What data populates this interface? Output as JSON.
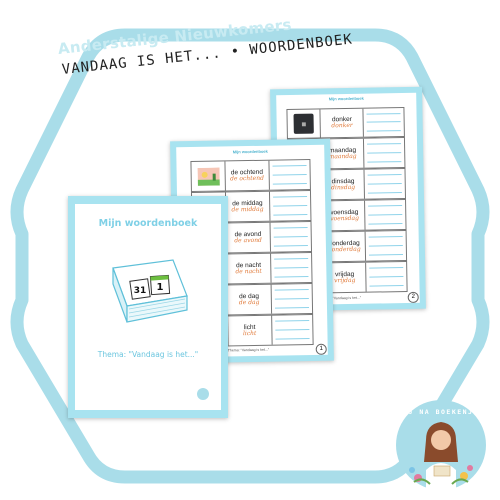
{
  "header": {
    "brand": "Anderstalige Nieuwkomers",
    "subtitle": "VANDAAG IS HET... • WOORDENBOEK"
  },
  "cover": {
    "title": "Mijn woordenboek",
    "theme": "Thema: \"Vandaag is het...\"",
    "calendar_day": "31",
    "calendar_day2": "1"
  },
  "page1": {
    "header": "Mijn woordenboek",
    "words": [
      {
        "print": "de ochtend",
        "cursive": "de ochtend"
      },
      {
        "print": "de middag",
        "cursive": "de middag"
      },
      {
        "print": "de avond",
        "cursive": "de avond"
      },
      {
        "print": "de nacht",
        "cursive": "de nacht"
      },
      {
        "print": "de dag",
        "cursive": "de dag"
      },
      {
        "print": "licht",
        "cursive": "licht"
      }
    ],
    "footer": "Thema: \"Vandaag is het...\"",
    "number": "1"
  },
  "page2": {
    "header": "Mijn woordenboek",
    "words": [
      {
        "print": "donker",
        "cursive": "donker"
      },
      {
        "print": "maandag",
        "cursive": "maandag"
      },
      {
        "print": "dinsdag",
        "cursive": "dinsdag"
      },
      {
        "print": "woensdag",
        "cursive": "woensdag"
      },
      {
        "print": "donderdag",
        "cursive": "donderdag"
      },
      {
        "print": "vrijdag",
        "cursive": "vrijdag"
      }
    ],
    "footer": "Thema: \"Vandaag is het...\"",
    "number": "2"
  },
  "badge": {
    "text": "BIJ NA BOEKENJUF"
  },
  "colors": {
    "frame": "#a9dde9",
    "page_border": "#a8e3f0",
    "accent": "#6cc6df",
    "cursive": "#e07a3a"
  }
}
